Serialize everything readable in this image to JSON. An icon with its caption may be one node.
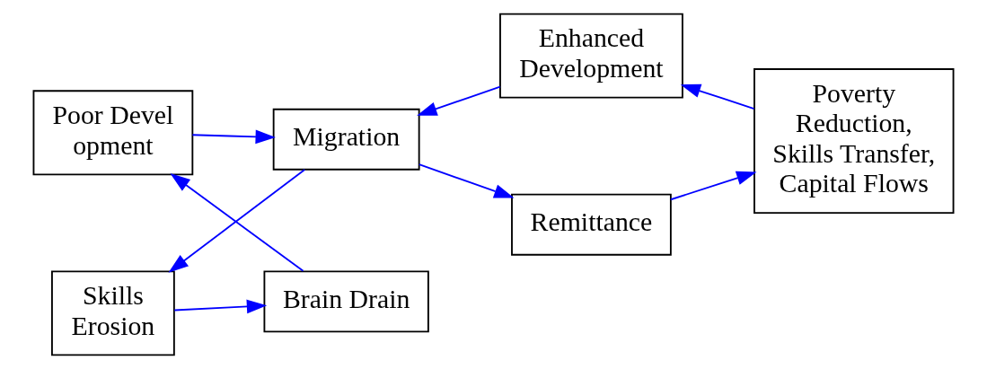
{
  "diagram": {
    "nodes": [
      {
        "text": [
          "Poor Devel opment"
        ]
      },
      {
        "text": [
          "Enhanced Development"
        ]
      },
      {
        "text": [
          "Brain Drain"
        ]
      },
      {
        "text": [
          "Migration"
        ]
      },
      {
        "text": [
          "Poverty Reduction, Skills Transfer, Capital Flows"
        ]
      },
      {
        "text": [
          "Skills Erosion"
        ]
      },
      {
        "text": [
          "Remittance"
        ]
      }
    ],
    "edges": [
      {
        "from": 0,
        "to": 3,
        "arrow": "to"
      },
      {
        "from": 3,
        "to": 5,
        "arrow": "to"
      },
      {
        "from": 5,
        "to": 2,
        "arrow": "to"
      },
      {
        "from": 2,
        "to": 0,
        "arrow": "to"
      },
      {
        "from": 3,
        "to": 6,
        "arrow": "to"
      },
      {
        "from": 6,
        "to": 4,
        "arrow": "to"
      },
      {
        "from": 4,
        "to": 1,
        "arrow": "to"
      },
      {
        "from": 1,
        "to": 3,
        "arrow": "to"
      }
    ]
  }
}
